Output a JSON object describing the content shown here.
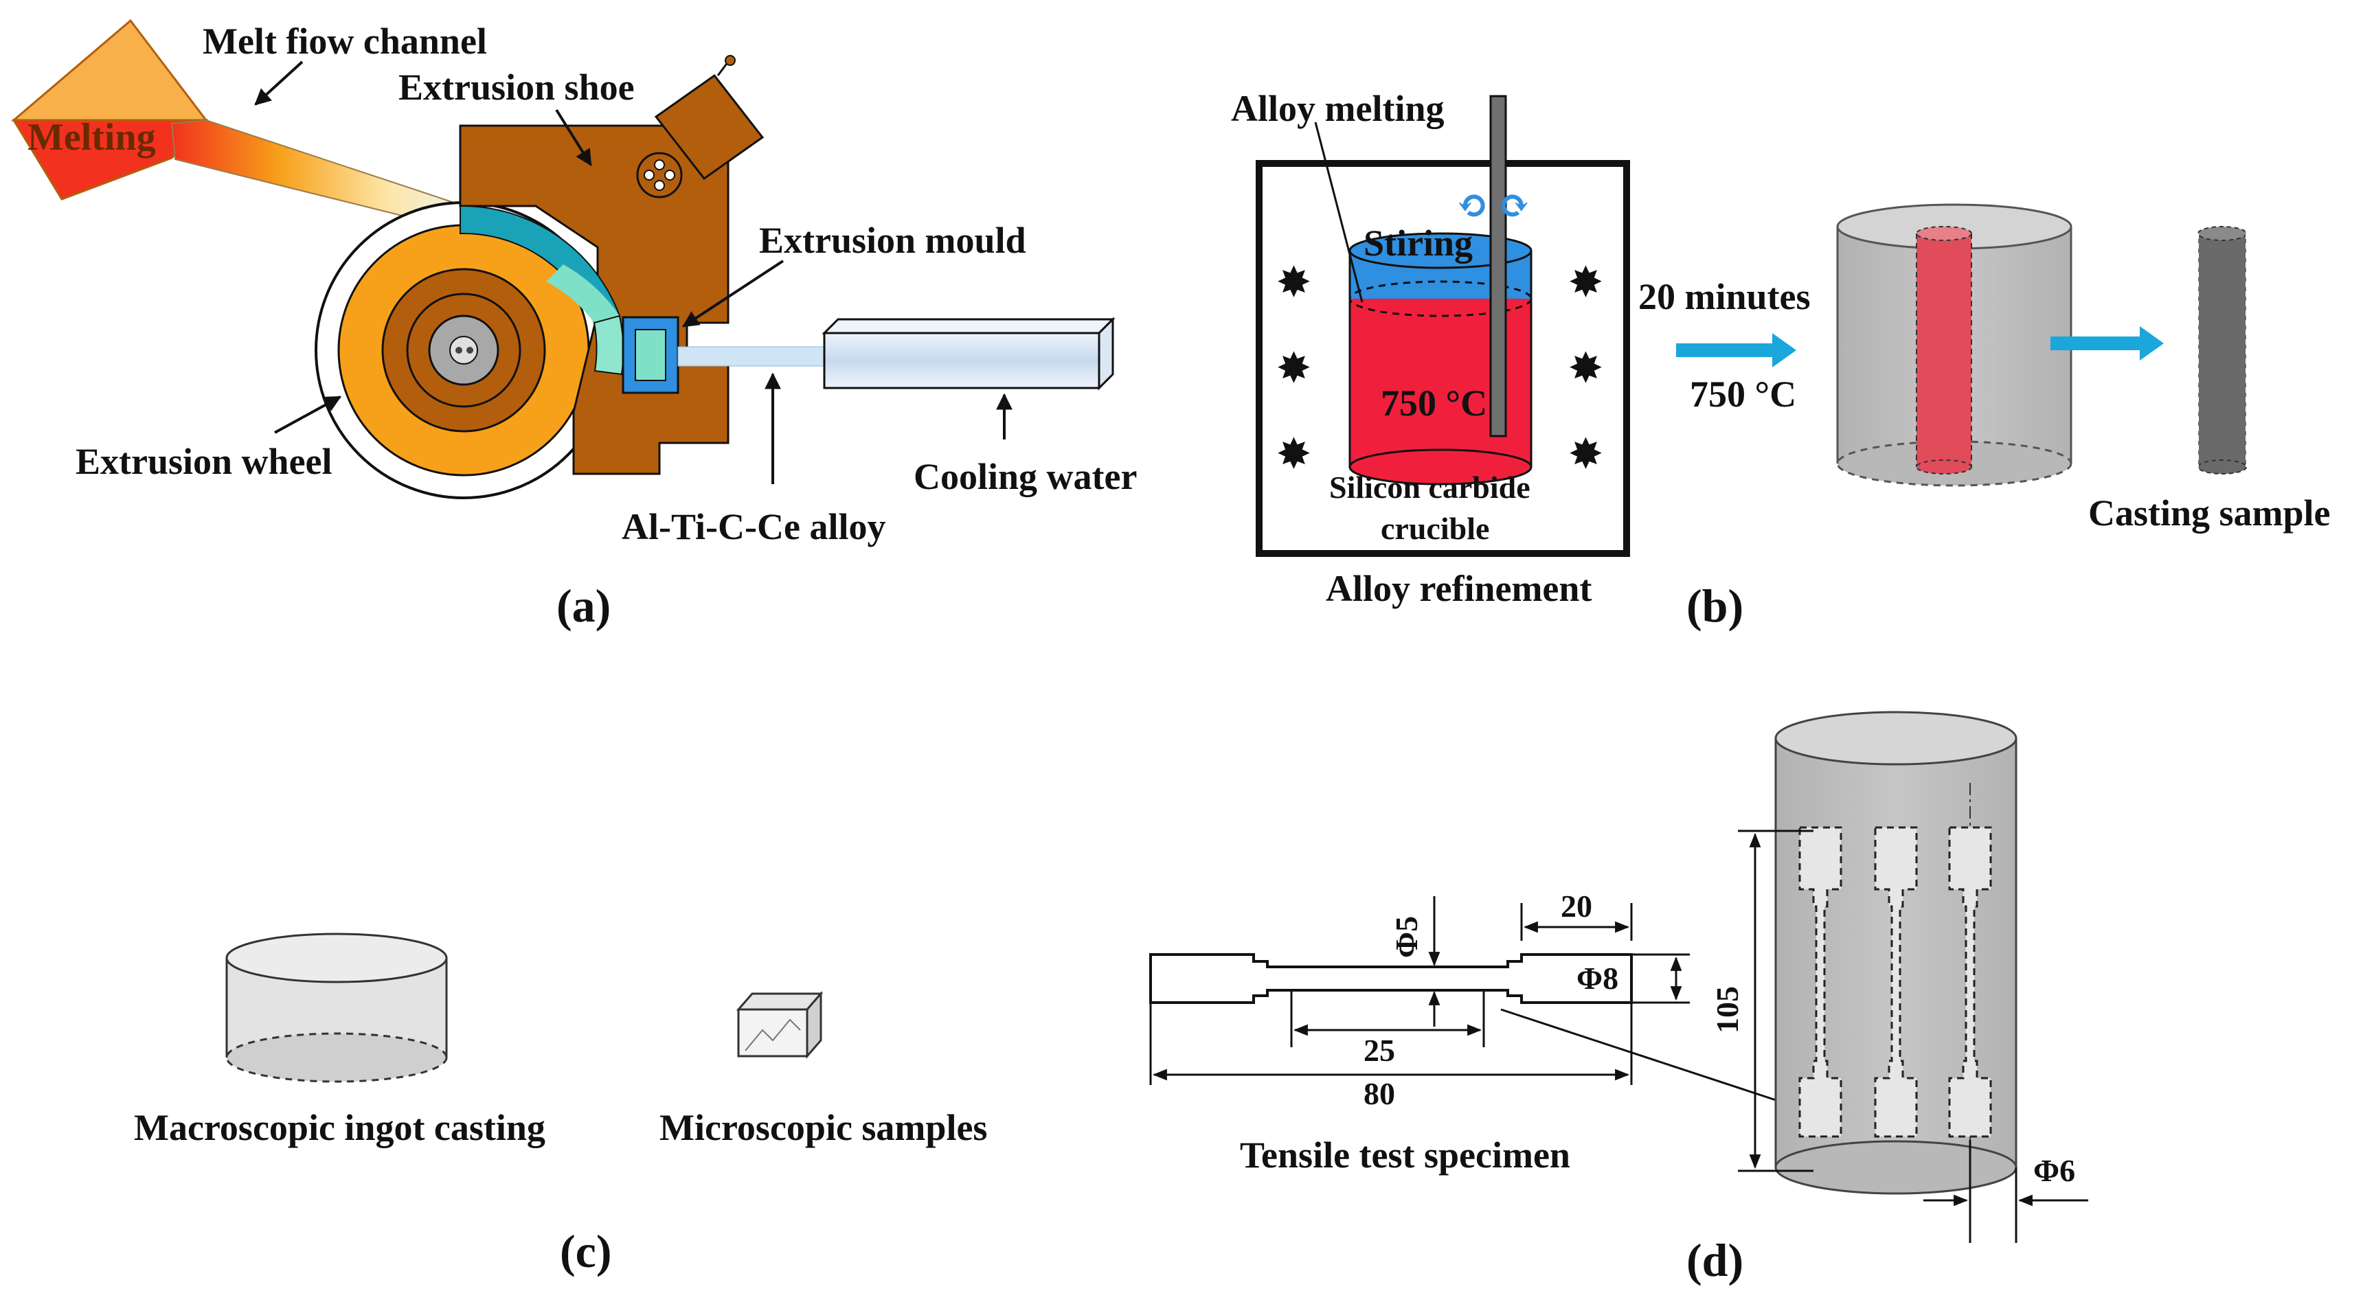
{
  "panel_a": {
    "caption": "(a)",
    "melting": "Melting",
    "melt_flow_channel": "Melt fiow channel",
    "extrusion_shoe": "Extrusion shoe",
    "extrusion_mould": "Extrusion mould",
    "extrusion_wheel": "Extrusion wheel",
    "cooling_water": "Cooling water",
    "alloy": "Al-Ti-C-Ce alloy"
  },
  "panel_b": {
    "caption": "(b)",
    "alloy_melting": "Alloy melting",
    "stirring": "Stiring",
    "temperature_in_crucible": "750 °C",
    "crucible_line1": "Silicon carbide",
    "crucible_line2": "crucible",
    "alloy_refinement": "Alloy refinement",
    "time": "20 minutes",
    "temperature": "750 °C",
    "casting_sample": "Casting sample"
  },
  "panel_c": {
    "caption": "(c)",
    "macro": "Macroscopic ingot casting",
    "micro": "Microscopic samples"
  },
  "panel_d": {
    "caption": "(d)",
    "phi5": "Φ5",
    "dim20": "20",
    "phi8": "Φ8",
    "dim25": "25",
    "dim80": "80",
    "dim105": "105",
    "phi6": "Φ6",
    "tensile": "Tensile test specimen"
  },
  "colors": {
    "shoe": "#b35e0c",
    "wheel_orange": "#f7a11a",
    "melt_red": "#f2321e",
    "crucible_red": "#f0203c",
    "crucible_blue": "#2f8fe0",
    "arrow_blue": "#1ba6dc",
    "cylinder_gray": "#bdbdbd"
  }
}
